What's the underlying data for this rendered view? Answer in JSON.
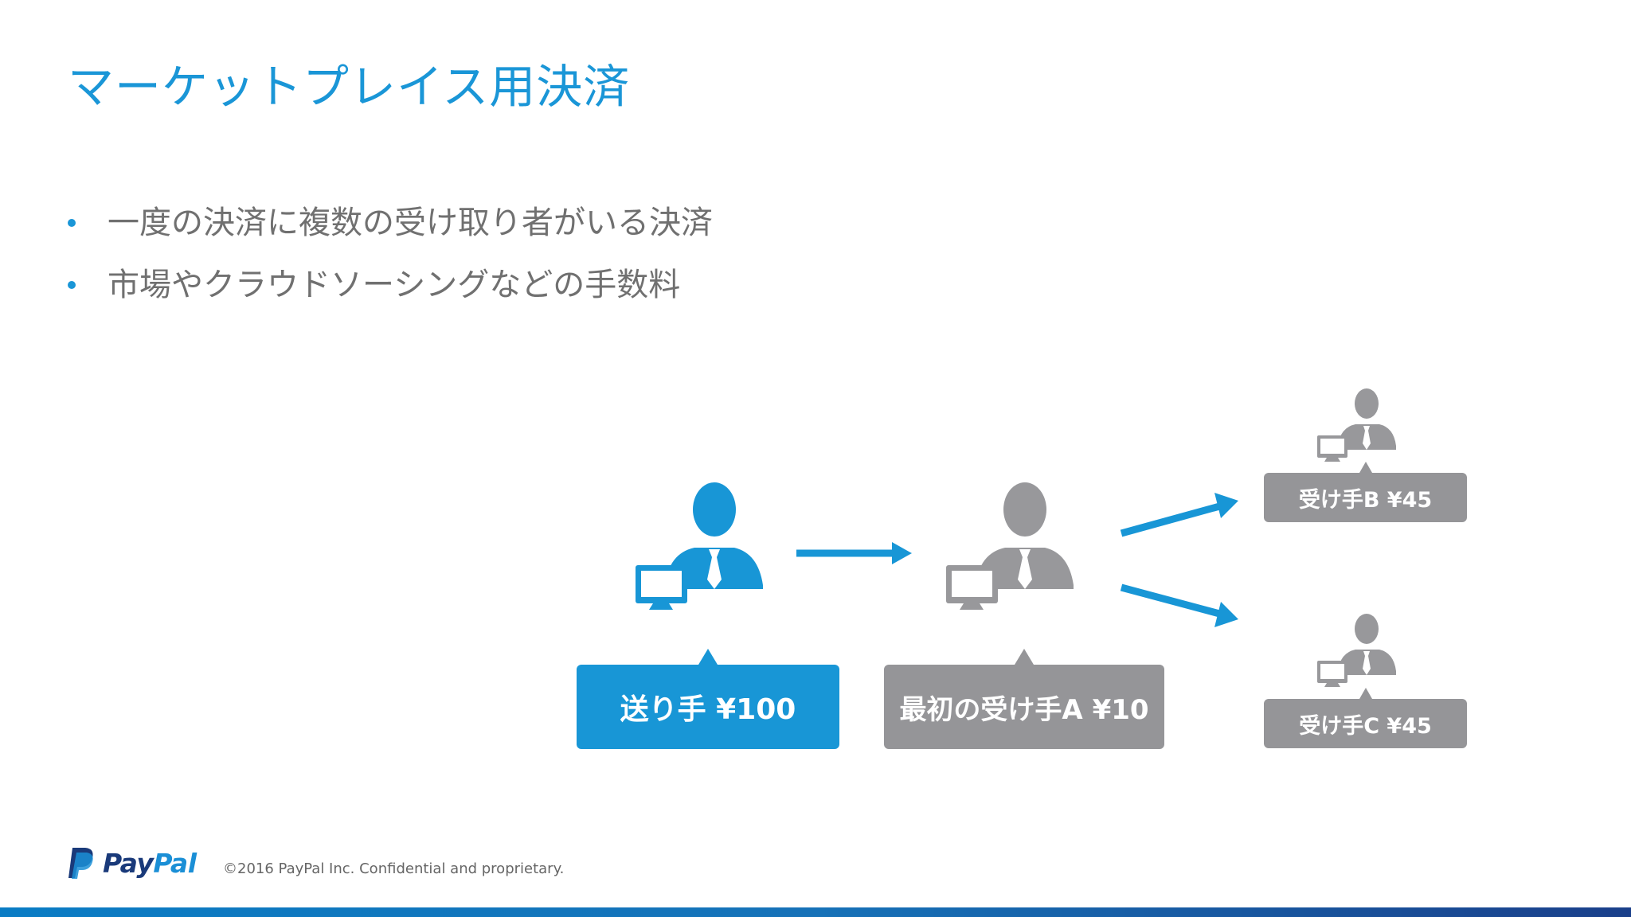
{
  "slide": {
    "title": "マーケットプレイス用決済",
    "bullets": [
      "一度の決済に複数の受け取り者がいる決済",
      "市場やクラウドソーシングなどの手数料"
    ]
  },
  "diagram": {
    "sender_label": "送り手 ¥100",
    "receiver_a_label": "最初の受け手A ¥10",
    "receiver_b_label": "受け手B ¥45",
    "receiver_c_label": "受け手C ¥45",
    "colors": {
      "blue": "#1896d6",
      "gray": "#959598"
    }
  },
  "footer": {
    "brand_pay": "Pay",
    "brand_pal": "Pal",
    "copyright": "©2016 PayPal Inc. Confidential and proprietary."
  }
}
